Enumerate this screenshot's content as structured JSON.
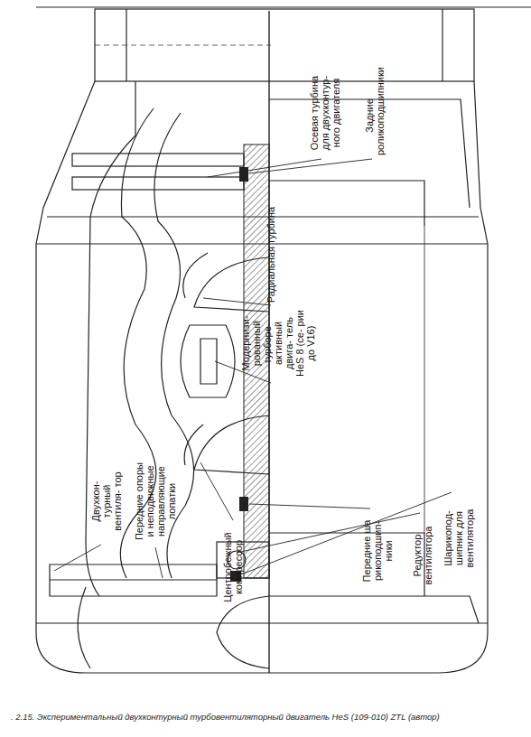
{
  "diagram": {
    "caption": ". 2.15. Экспериментальный двухконтурный турбовентиляторный двигатель HeS (109-010) ZTL (автор)",
    "labels": [
      "Двухкон- турный вентиля- тор",
      "Передние опоры и неподвижные направляющие лопатки",
      "Центробежный компрессор",
      "Модернизи- рованный турборе- активный двига- тель HeS 8 (се- рии до V16)",
      "Радиальная турбина",
      "Осевая турбина для двухконтур- ного двигателя",
      "Задние роликоподшипники",
      "Передние ша рикоподшип- ники",
      "Редуктор вентилятора",
      "Шарикопод- шипник для вентилятора"
    ]
  }
}
